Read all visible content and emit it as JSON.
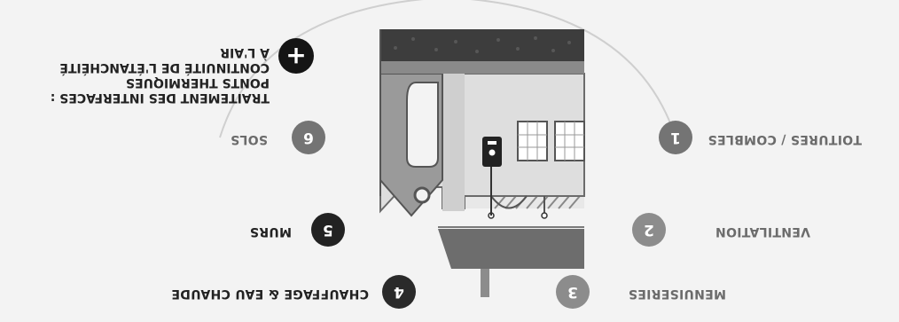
{
  "steps": [
    {
      "num": "1",
      "label": "TOITURES / COMBLES",
      "color": "#747474"
    },
    {
      "num": "2",
      "label": "VENTILATION",
      "color": "#8c8c8c"
    },
    {
      "num": "3",
      "label": "MENUISERIES",
      "color": "#8c8c8c"
    },
    {
      "num": "4",
      "label": "CHAUFFAGE & EAU CHAUDE",
      "color": "#2a2a2a"
    },
    {
      "num": "5",
      "label": "MURS",
      "color": "#222222"
    },
    {
      "num": "6",
      "label": "SOLS",
      "color": "#747474"
    }
  ],
  "interfaces": {
    "symbol": "+",
    "lines": [
      "TRAITEMENT DES INTERFACES :",
      "PONTS THERMIQUES",
      "CONTINUITÉ DE L'ÉTANCHÉITÉ",
      "À L'AIR"
    ]
  }
}
